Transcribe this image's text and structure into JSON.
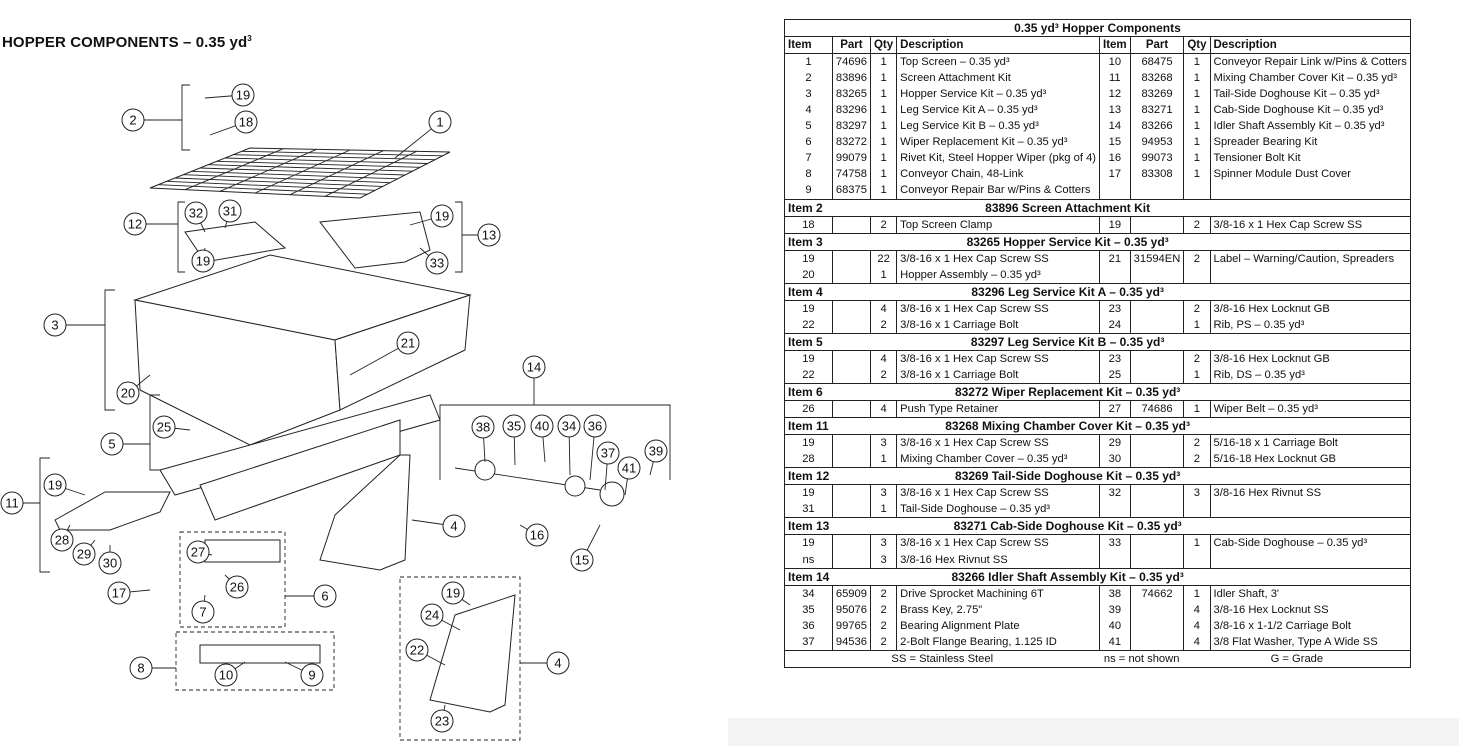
{
  "heading": {
    "text": "HOPPER COMPONENTS – 0.35 yd",
    "sup": "3"
  },
  "table": {
    "title": "0.35 yd³ Hopper Components",
    "headers": [
      "Item",
      "Part",
      "Qty",
      "Description",
      "Item",
      "Part",
      "Qty",
      "Description"
    ],
    "main_rows": [
      [
        "1",
        "74696",
        "1",
        "Top Screen – 0.35 yd³",
        "10",
        "68475",
        "1",
        "Conveyor Repair Link w/Pins & Cotters"
      ],
      [
        "2",
        "83896",
        "1",
        "Screen Attachment Kit",
        "11",
        "83268",
        "1",
        "Mixing Chamber Cover Kit – 0.35 yd³"
      ],
      [
        "3",
        "83265",
        "1",
        "Hopper Service Kit – 0.35 yd³",
        "12",
        "83269",
        "1",
        "Tail-Side Doghouse Kit – 0.35 yd³"
      ],
      [
        "4",
        "83296",
        "1",
        "Leg Service Kit A – 0.35 yd³",
        "13",
        "83271",
        "1",
        "Cab-Side Doghouse Kit – 0.35 yd³"
      ],
      [
        "5",
        "83297",
        "1",
        "Leg Service Kit B – 0.35 yd³",
        "14",
        "83266",
        "1",
        "Idler Shaft Assembly Kit – 0.35 yd³"
      ],
      [
        "6",
        "83272",
        "1",
        "Wiper Replacement Kit – 0.35 yd³",
        "15",
        "94953",
        "1",
        "Spreader Bearing Kit"
      ],
      [
        "7",
        "99079",
        "1",
        "Rivet Kit, Steel Hopper Wiper (pkg of 4)",
        "16",
        "99073",
        "1",
        "Tensioner Bolt Kit"
      ],
      [
        "8",
        "74758",
        "1",
        "Conveyor Chain, 48-Link",
        "17",
        "83308",
        "1",
        "Spinner Module Dust Cover"
      ],
      [
        "9",
        "68375",
        "1",
        "Conveyor Repair Bar w/Pins & Cotters",
        "",
        "",
        "",
        ""
      ]
    ],
    "sections": [
      {
        "item": "Item 2",
        "title": "83896  Screen Attachment Kit",
        "rows": [
          [
            "18",
            "",
            "2",
            "Top Screen Clamp",
            "19",
            "",
            "2",
            "3/8-16 x 1 Hex Cap Screw SS"
          ]
        ]
      },
      {
        "item": "Item 3",
        "title": "83265  Hopper Service Kit – 0.35 yd³",
        "rows": [
          [
            "19",
            "",
            "22",
            "3/8-16 x 1 Hex Cap Screw SS",
            "21",
            "31594EN",
            "2",
            "Label – Warning/Caution, Spreaders"
          ],
          [
            "20",
            "",
            "1",
            "Hopper Assembly – 0.35 yd³",
            "",
            "",
            "",
            ""
          ]
        ]
      },
      {
        "item": "Item 4",
        "title": "83296  Leg Service Kit A – 0.35 yd³",
        "rows": [
          [
            "19",
            "",
            "4",
            "3/8-16 x 1 Hex Cap Screw SS",
            "23",
            "",
            "2",
            "3/8-16 Hex Locknut GB"
          ],
          [
            "22",
            "",
            "2",
            "3/8-16 x 1 Carriage Bolt",
            "24",
            "",
            "1",
            "Rib, PS – 0.35 yd³"
          ]
        ]
      },
      {
        "item": "Item 5",
        "title": "83297  Leg Service Kit B – 0.35 yd³",
        "rows": [
          [
            "19",
            "",
            "4",
            "3/8-16 x 1 Hex Cap Screw SS",
            "23",
            "",
            "2",
            "3/8-16 Hex Locknut GB"
          ],
          [
            "22",
            "",
            "2",
            "3/8-16 x 1 Carriage Bolt",
            "25",
            "",
            "1",
            "Rib, DS – 0.35 yd³"
          ]
        ]
      },
      {
        "item": "Item 6",
        "title": "83272  Wiper Replacement Kit – 0.35 yd³",
        "rows": [
          [
            "26",
            "",
            "4",
            "Push Type Retainer",
            "27",
            "74686",
            "1",
            "Wiper Belt – 0.35 yd³"
          ]
        ]
      },
      {
        "item": "Item 11",
        "title": "83268  Mixing Chamber Cover Kit – 0.35 yd³",
        "rows": [
          [
            "19",
            "",
            "3",
            "3/8-16 x 1 Hex Cap Screw SS",
            "29",
            "",
            "2",
            "5/16-18 x 1 Carriage Bolt"
          ],
          [
            "28",
            "",
            "1",
            "Mixing Chamber Cover – 0.35 yd³",
            "30",
            "",
            "2",
            "5/16-18 Hex Locknut GB"
          ]
        ]
      },
      {
        "item": "Item 12",
        "title": "83269  Tail-Side Doghouse Kit – 0.35 yd³",
        "rows": [
          [
            "19",
            "",
            "3",
            "3/8-16 x 1 Hex Cap Screw SS",
            "32",
            "",
            "3",
            "3/8-16 Hex Rivnut SS"
          ],
          [
            "31",
            "",
            "1",
            "Tail-Side Doghouse – 0.35 yd³",
            "",
            "",
            "",
            ""
          ]
        ]
      },
      {
        "item": "Item 13",
        "title": "83271  Cab-Side Doghouse Kit – 0.35 yd³",
        "rows": [
          [
            "19",
            "",
            "3",
            "3/8-16 x 1 Hex Cap Screw SS",
            "33",
            "",
            "1",
            "Cab-Side Doghouse – 0.35 yd³"
          ],
          [
            "ns",
            "",
            "3",
            "3/8-16 Hex Rivnut SS",
            "",
            "",
            "",
            ""
          ]
        ]
      },
      {
        "item": "Item 14",
        "title": "83266  Idler Shaft Assembly Kit – 0.35 yd³",
        "rows": [
          [
            "34",
            "65909",
            "2",
            "Drive Sprocket Machining 6T",
            "38",
            "74662",
            "1",
            "Idler Shaft, 3'"
          ],
          [
            "35",
            "95076",
            "2",
            "Brass Key, 2.75\"",
            "39",
            "",
            "4",
            "3/8-16 Hex Locknut SS"
          ],
          [
            "36",
            "99765",
            "2",
            "Bearing Alignment Plate",
            "40",
            "",
            "4",
            "3/8-16 x 1-1/2 Carriage Bolt"
          ],
          [
            "37",
            "94536",
            "2",
            "2-Bolt Flange Bearing, 1.125 ID",
            "41",
            "",
            "4",
            "3/8 Flat Washer, Type A Wide SS"
          ]
        ]
      }
    ],
    "footer": [
      "SS = Stainless Steel",
      "ns = not shown",
      "G = Grade"
    ]
  },
  "callouts": [
    "1",
    "2",
    "3",
    "4",
    "4",
    "5",
    "6",
    "7",
    "8",
    "9",
    "10",
    "11",
    "12",
    "13",
    "14",
    "15",
    "16",
    "17",
    "18",
    "19",
    "19",
    "19",
    "19",
    "19",
    "20",
    "21",
    "22",
    "23",
    "24",
    "25",
    "26",
    "27",
    "28",
    "29",
    "30",
    "31",
    "32",
    "33",
    "34",
    "35",
    "36",
    "37",
    "38",
    "39",
    "40",
    "41"
  ]
}
